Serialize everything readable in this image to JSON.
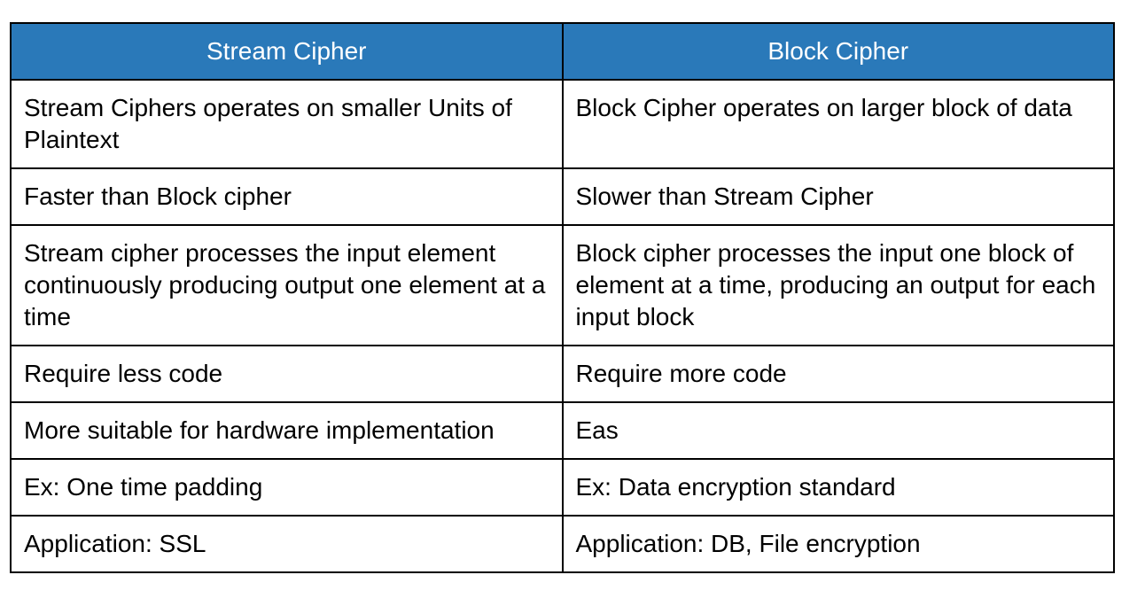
{
  "colors": {
    "header_bg": "#2A79B9",
    "header_text": "#FFFFFF",
    "border": "#000000",
    "body_text": "#000000",
    "page_bg": "#FFFFFF"
  },
  "table": {
    "headers": [
      "Stream Cipher",
      "Block Cipher"
    ],
    "rows": [
      [
        "Stream Ciphers operates on smaller Units of Plaintext",
        "Block Cipher operates on larger block of data"
      ],
      [
        "Faster than Block cipher",
        "Slower than Stream Cipher"
      ],
      [
        "Stream cipher processes the input element continuously producing output one element at a time",
        "Block cipher processes the input one block of element at a time, producing an output for each input block"
      ],
      [
        "Require less code",
        "Require more code"
      ],
      [
        "More suitable for hardware implementation",
        "Eas"
      ],
      [
        "Ex: One time padding",
        "Ex: Data encryption standard"
      ],
      [
        "Application: SSL",
        "Application: DB, File encryption"
      ]
    ]
  }
}
